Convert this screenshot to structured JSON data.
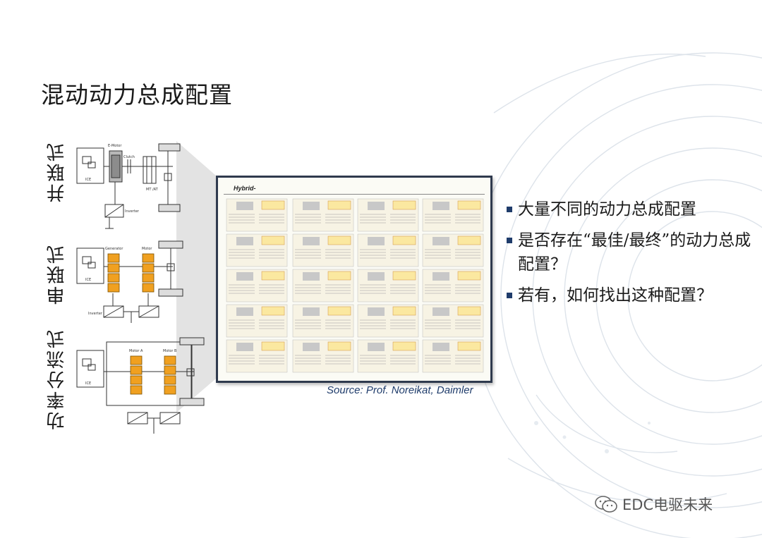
{
  "slide": {
    "title": "混动动力总成配置",
    "labels": [
      "并联式",
      "串联式",
      "功率分流式"
    ],
    "bullets": [
      "大量不同的动力总成配置",
      "是否存在“最佳/最终”的动力总成配置？",
      "若有，如何找出这种配置？"
    ],
    "source": "Source: Prof. Noreikat, Daimler",
    "watermark": "EDC电驱未来"
  },
  "parallel": {
    "emotor": "E-Motor",
    "clutch": "Clutch",
    "ice": "ICE",
    "transmission": "MT\n/AT",
    "inverter": "Inverter"
  },
  "series": {
    "generator": "Generator",
    "motor": "Motor",
    "ice": "ICE",
    "inverter": "Inverter"
  },
  "powersplit": {
    "motor_a": "Motor A",
    "motor_b": "Motor B",
    "ice": "ICE"
  },
  "sheet": {
    "title": "Hybrid-"
  },
  "colors": {
    "accent_blue": "#1f3c6b",
    "motor_orange": "#f0a020",
    "sheet_border": "#2f3a4e"
  }
}
